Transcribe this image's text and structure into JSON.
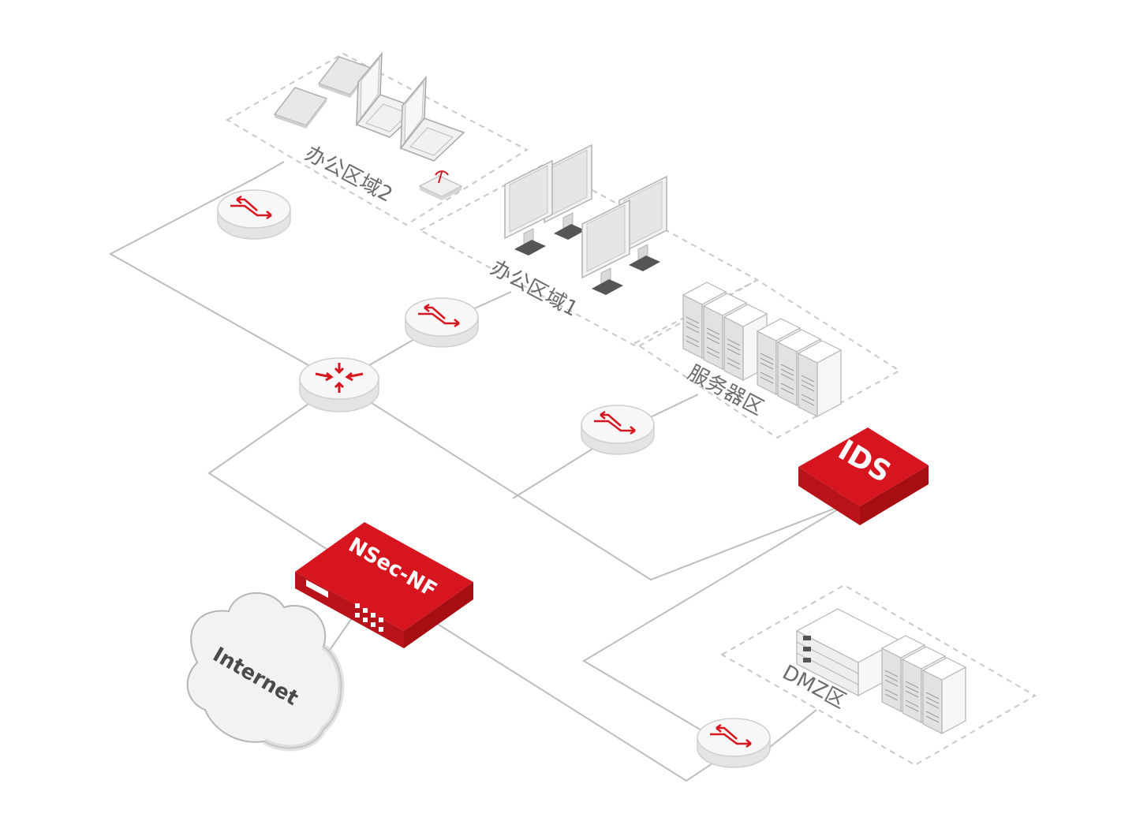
{
  "zones": {
    "office2": "办公区域2",
    "office1": "办公区域1",
    "server": "服务器区",
    "dmz": "DMZ区"
  },
  "devices": {
    "firewall": "NSec-NF",
    "ids": "IDS",
    "cloud": "Internet"
  },
  "colors": {
    "accent": "#d7151e",
    "accent_dark": "#a60e14",
    "line": "#bdbdbd",
    "device_light": "#f4f4f4",
    "device_shade": "#dedede"
  }
}
